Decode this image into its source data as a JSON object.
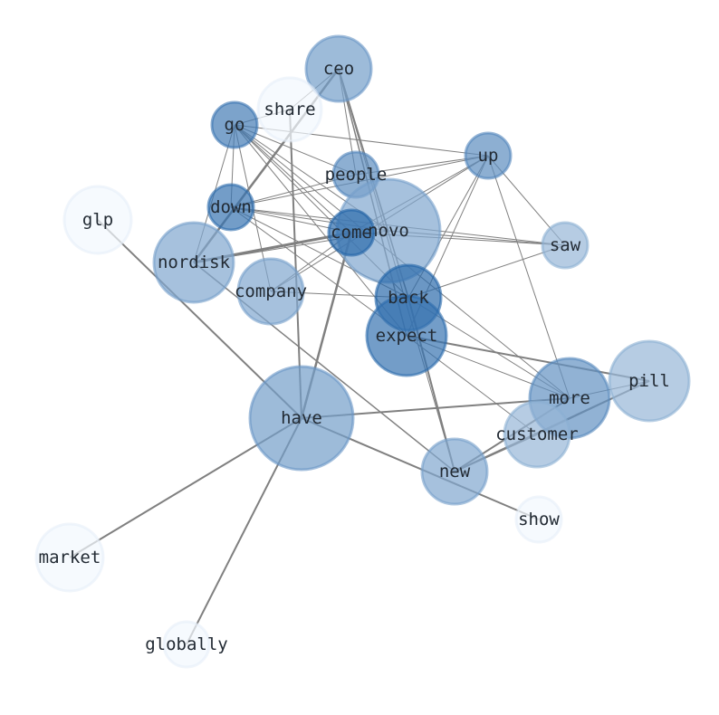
{
  "chart_data": {
    "type": "network",
    "title": "",
    "nodes": [
      {
        "id": "ceo",
        "shade": 0.55,
        "size": 36
      },
      {
        "id": "share",
        "shade": 0.02,
        "size": 35
      },
      {
        "id": "go",
        "shade": 0.75,
        "size": 25
      },
      {
        "id": "up",
        "shade": 0.65,
        "size": 25
      },
      {
        "id": "people",
        "shade": 0.65,
        "size": 25
      },
      {
        "id": "down",
        "shade": 0.8,
        "size": 25
      },
      {
        "id": "glp",
        "shade": 0.02,
        "size": 37
      },
      {
        "id": "novo",
        "shade": 0.5,
        "size": 57
      },
      {
        "id": "come",
        "shade": 0.85,
        "size": 25
      },
      {
        "id": "saw",
        "shade": 0.4,
        "size": 25
      },
      {
        "id": "nordisk",
        "shade": 0.5,
        "size": 44
      },
      {
        "id": "company",
        "shade": 0.5,
        "size": 36
      },
      {
        "id": "back",
        "shade": 0.85,
        "size": 36
      },
      {
        "id": "expect",
        "shade": 0.8,
        "size": 44
      },
      {
        "id": "pill",
        "shade": 0.4,
        "size": 44
      },
      {
        "id": "more",
        "shade": 0.62,
        "size": 44
      },
      {
        "id": "customer",
        "shade": 0.4,
        "size": 36
      },
      {
        "id": "have",
        "shade": 0.55,
        "size": 57
      },
      {
        "id": "new",
        "shade": 0.5,
        "size": 36
      },
      {
        "id": "show",
        "shade": 0.02,
        "size": 25
      },
      {
        "id": "market",
        "shade": 0.02,
        "size": 37
      },
      {
        "id": "globally",
        "shade": 0.02,
        "size": 25
      }
    ],
    "edges": [
      [
        "glp",
        "have",
        2
      ],
      [
        "have",
        "market",
        2
      ],
      [
        "have",
        "globally",
        2
      ],
      [
        "have",
        "show",
        2
      ],
      [
        "have",
        "share",
        2
      ],
      [
        "have",
        "come",
        2.5
      ],
      [
        "have",
        "more",
        2
      ],
      [
        "expect",
        "pill",
        2
      ],
      [
        "nordisk",
        "come",
        3
      ],
      [
        "ceo",
        "nordisk",
        2.5
      ],
      [
        "new",
        "customer",
        2
      ],
      [
        "new",
        "pill",
        2
      ],
      [
        "new",
        "more",
        2
      ],
      [
        "new",
        "back",
        2
      ],
      [
        "nordisk",
        "new",
        1.5
      ],
      [
        "share",
        "go",
        1
      ],
      [
        "share",
        "ceo",
        1
      ],
      [
        "go",
        "up",
        1
      ],
      [
        "go",
        "people",
        1
      ],
      [
        "go",
        "novo",
        1
      ],
      [
        "go",
        "come",
        1
      ],
      [
        "go",
        "back",
        1
      ],
      [
        "go",
        "expect",
        1
      ],
      [
        "go",
        "company",
        1
      ],
      [
        "go",
        "down",
        1
      ],
      [
        "go",
        "nordisk",
        1
      ],
      [
        "go",
        "more",
        1
      ],
      [
        "ceo",
        "people",
        1
      ],
      [
        "ceo",
        "novo",
        1
      ],
      [
        "ceo",
        "back",
        1.5
      ],
      [
        "ceo",
        "expect",
        1.5
      ],
      [
        "ceo",
        "new",
        1
      ],
      [
        "up",
        "people",
        1
      ],
      [
        "up",
        "down",
        1
      ],
      [
        "up",
        "come",
        1
      ],
      [
        "up",
        "back",
        1
      ],
      [
        "up",
        "expect",
        1
      ],
      [
        "up",
        "saw",
        1
      ],
      [
        "up",
        "more",
        1
      ],
      [
        "up",
        "company",
        1
      ],
      [
        "down",
        "people",
        1
      ],
      [
        "down",
        "novo",
        1
      ],
      [
        "down",
        "come",
        1
      ],
      [
        "down",
        "saw",
        1
      ],
      [
        "down",
        "back",
        1
      ],
      [
        "down",
        "expect",
        1
      ],
      [
        "novo",
        "saw",
        1
      ],
      [
        "come",
        "saw",
        1
      ],
      [
        "back",
        "saw",
        1
      ],
      [
        "back",
        "more",
        1
      ],
      [
        "expect",
        "more",
        1
      ],
      [
        "expect",
        "customer",
        1
      ],
      [
        "company",
        "back",
        1
      ],
      [
        "nordisk",
        "novo",
        1
      ],
      [
        "more",
        "pill",
        1
      ],
      [
        "customer",
        "pill",
        1
      ],
      [
        "company",
        "come",
        1
      ]
    ]
  }
}
